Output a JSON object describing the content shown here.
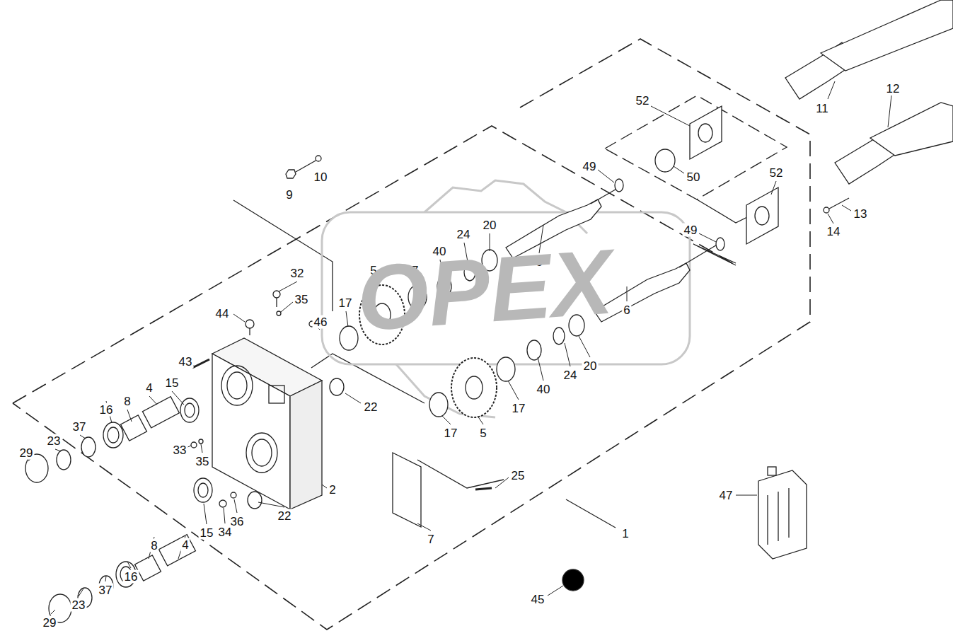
{
  "diagram": {
    "labels": [
      "52",
      "11",
      "12",
      "49",
      "50",
      "52",
      "13",
      "14",
      "49",
      "10",
      "9",
      "20",
      "24",
      "40",
      "6",
      "5",
      "17",
      "32",
      "35",
      "17",
      "44",
      "46",
      "6",
      "43",
      "24",
      "20",
      "40",
      "22",
      "15",
      "16",
      "8",
      "4",
      "37",
      "23",
      "29",
      "17",
      "17",
      "5",
      "33",
      "35",
      "25",
      "47",
      "2",
      "36",
      "34",
      "22",
      "15",
      "4",
      "8",
      "7",
      "1",
      "16",
      "37",
      "23",
      "29",
      "45",
      "OPEX"
    ]
  }
}
